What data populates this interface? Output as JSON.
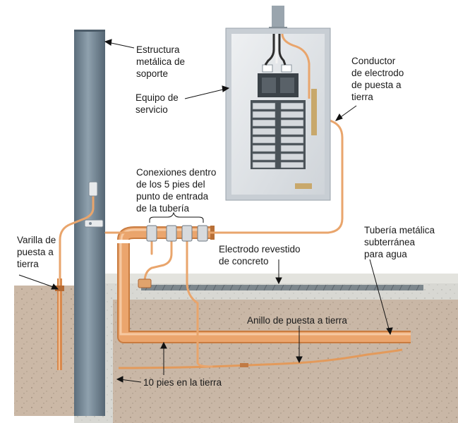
{
  "labels": {
    "structure": "Estructura\nmetálica de\nsoporte",
    "service_equipment": "Equipo de\nservicio",
    "electrode_conductor": "Conductor\nde electrodo\nde puesta a\ntierra",
    "connections": "Conexiones dentro\nde los 5 pies del\npunto de entrada\nde la tubería",
    "ground_rod": "Varilla de\npuesta a\ntierra",
    "concrete_electrode": "Electrodo revestido\nde concreto",
    "water_pipe": "Tubería metálica\nsubterránea\npara agua",
    "ground_ring": "Anillo de puesta a tierra",
    "ten_feet": "10 pies en la tierra"
  },
  "colors": {
    "copper": "#e9a56c",
    "copper_dark": "#c97c40",
    "steel": "#6f8290",
    "soil": "#c8b6a5",
    "concrete": "#d9d9d5",
    "panel": "#dfe2e6"
  }
}
